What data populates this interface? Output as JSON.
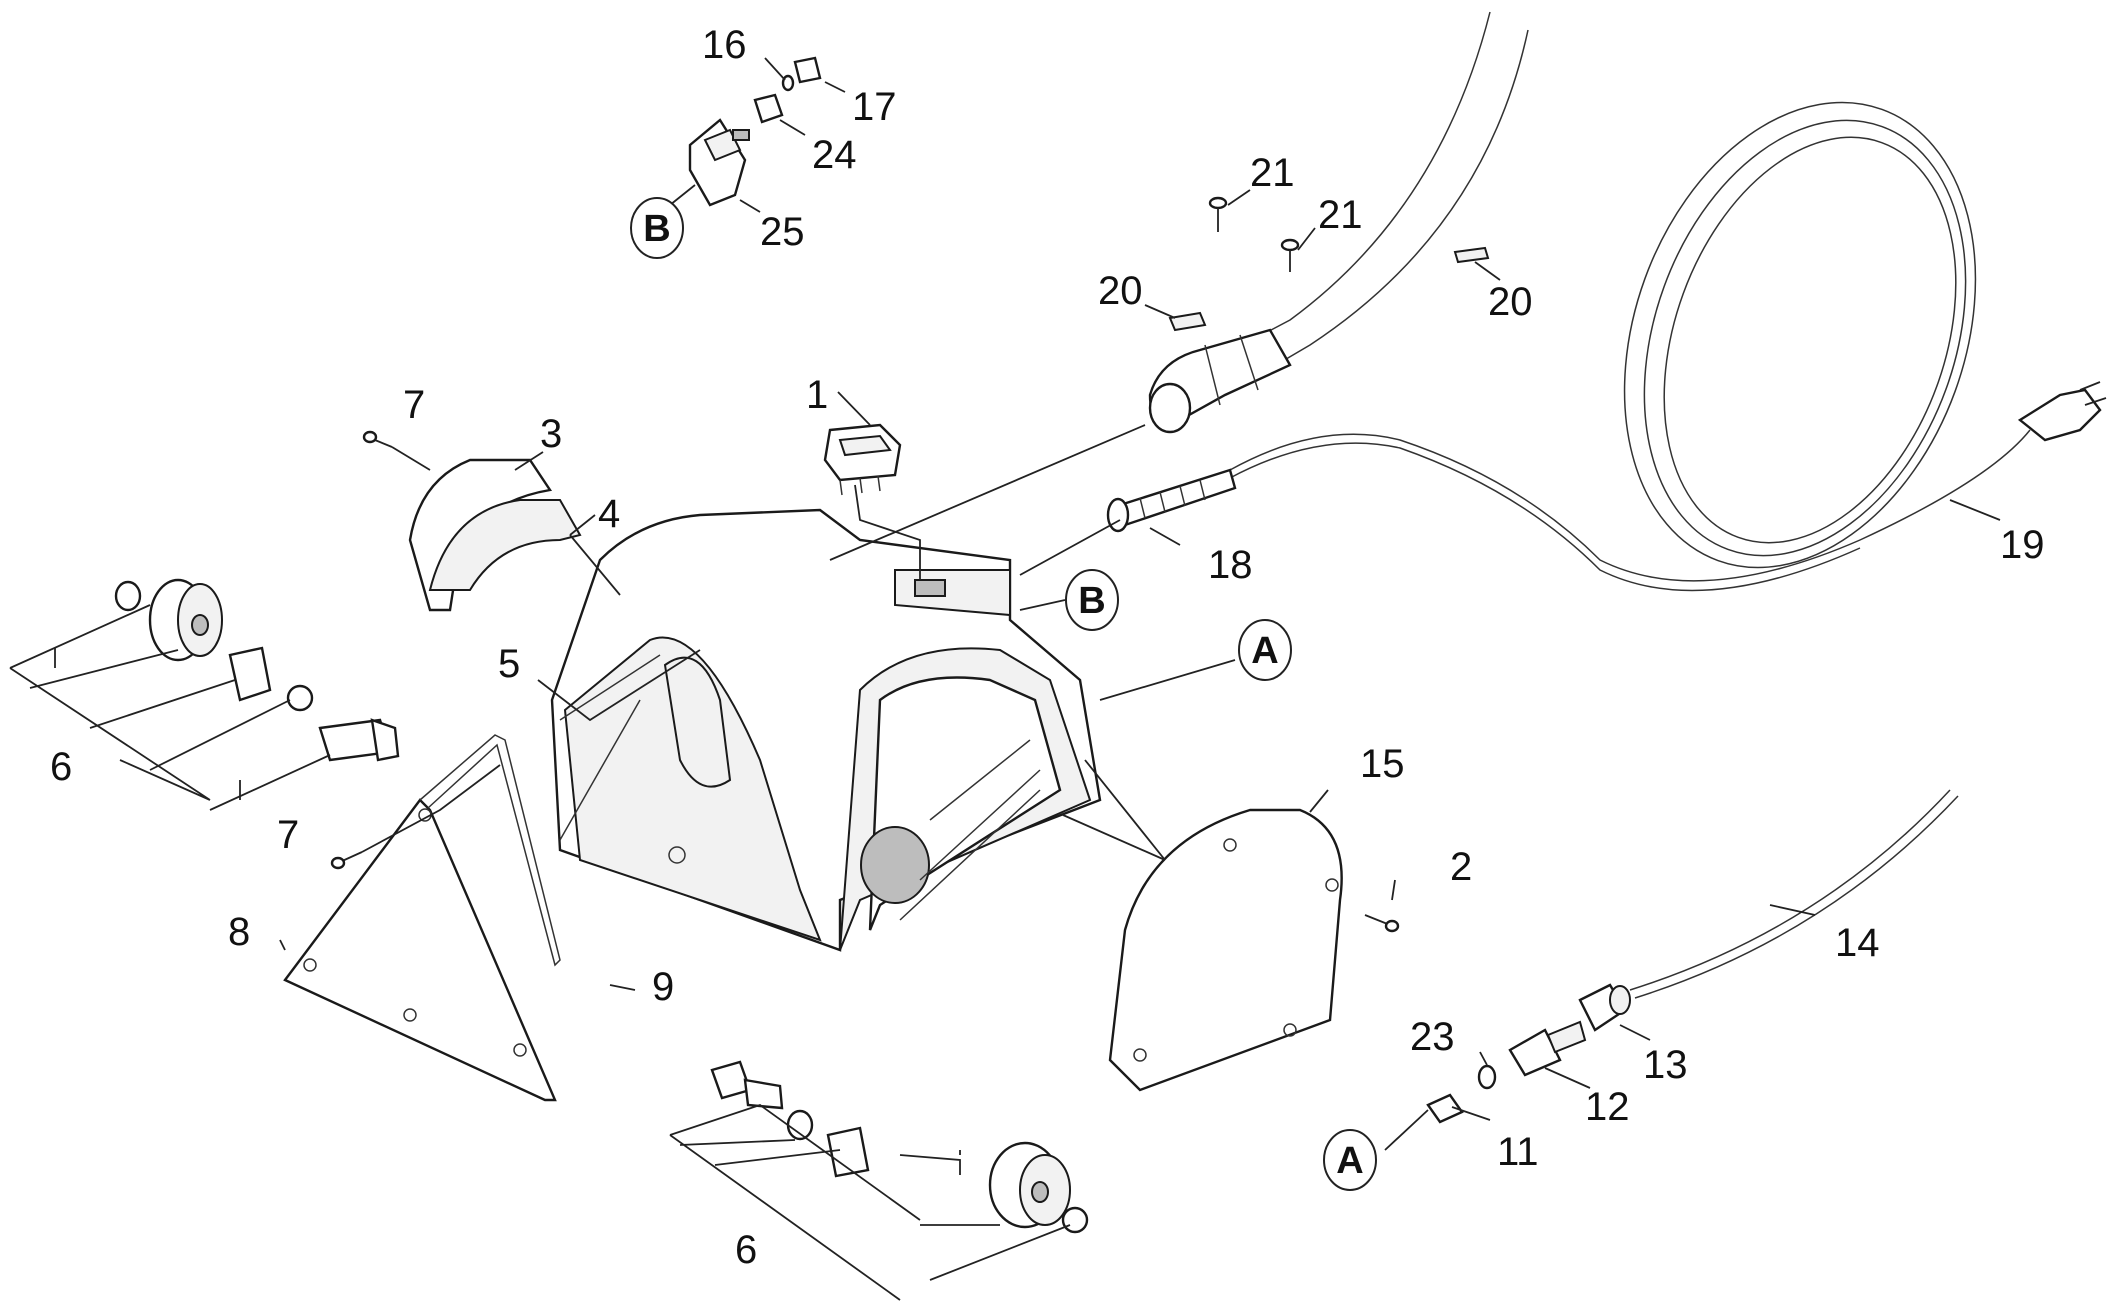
{
  "diagram": {
    "type": "exploded-parts-view",
    "part_numbers": [
      "1",
      "2",
      "3",
      "4",
      "5",
      "6",
      "6",
      "7",
      "7",
      "8",
      "9",
      "11",
      "12",
      "13",
      "14",
      "15",
      "16",
      "17",
      "18",
      "19",
      "20",
      "20",
      "21",
      "21",
      "23",
      "24",
      "25"
    ],
    "reference_markers": [
      "A",
      "A",
      "B",
      "B"
    ]
  },
  "labels": {
    "p1": "1",
    "p2": "2",
    "p3": "3",
    "p4": "4",
    "p5": "5",
    "p6a": "6",
    "p6b": "6",
    "p7a": "7",
    "p7b": "7",
    "p8": "8",
    "p9": "9",
    "p11": "11",
    "p12": "12",
    "p13": "13",
    "p14": "14",
    "p15": "15",
    "p16": "16",
    "p17": "17",
    "p18": "18",
    "p19": "19",
    "p20a": "20",
    "p20b": "20",
    "p21a": "21",
    "p21b": "21",
    "p23": "23",
    "p24": "24",
    "p25": "25"
  },
  "markers": {
    "A": "A",
    "B": "B"
  }
}
